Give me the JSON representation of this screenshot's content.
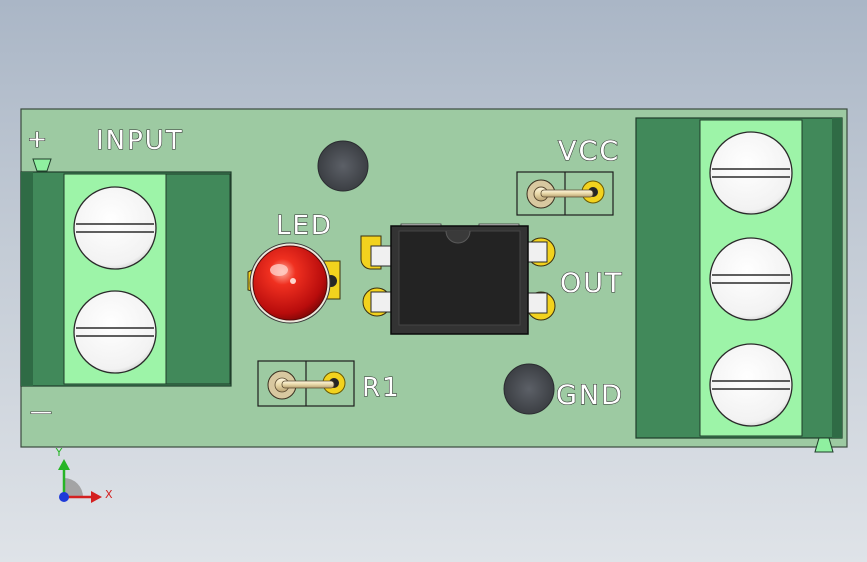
{
  "labels": {
    "input": "INPUT",
    "plus": "+",
    "minus": "—",
    "led": "LED",
    "r1": "R1",
    "vcc": "VCC",
    "out": "OUT",
    "gnd": "GND"
  },
  "axis": {
    "x": "X",
    "y": "Y"
  },
  "colors": {
    "pcb": "#9dcaa2",
    "terminal_dark": "#41895a",
    "terminal_light": "#9df4a8",
    "pad": "#f2d21e",
    "led": "#e01818",
    "chip": "#232323",
    "hole": "#4b4f55"
  },
  "icons": [
    "triad-axis-icon"
  ]
}
